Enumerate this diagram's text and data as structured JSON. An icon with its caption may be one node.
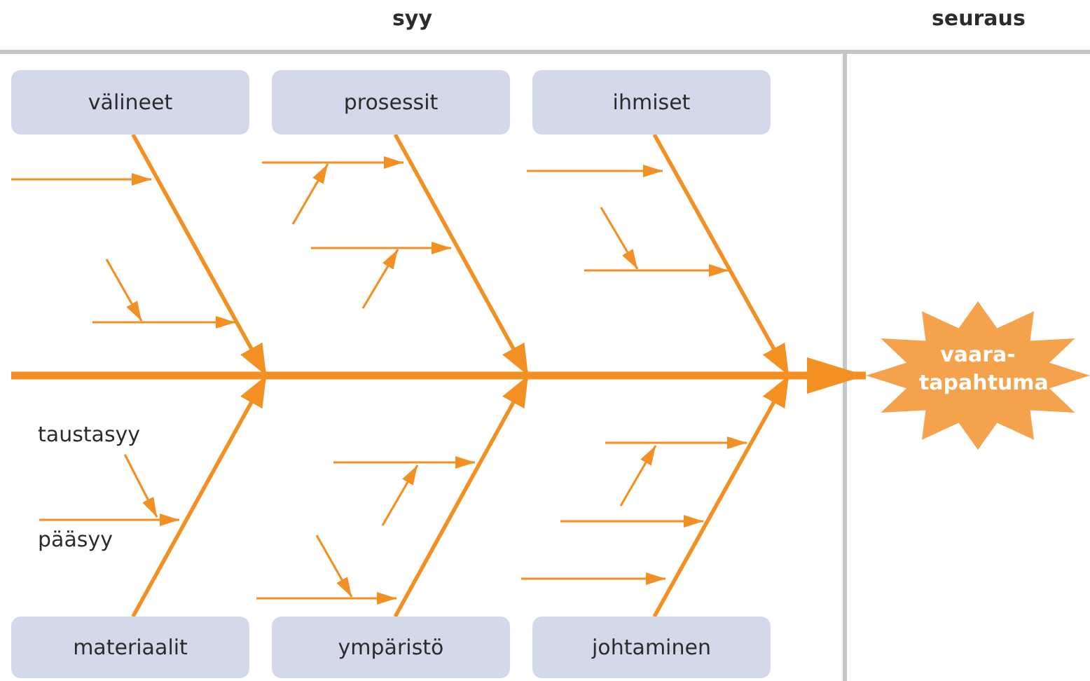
{
  "diagram": {
    "nodes": [
      {
        "text": [
          "välineet"
        ]
      },
      {
        "text": [
          "prosessit"
        ]
      },
      {
        "text": [
          "ihmiset"
        ]
      },
      {
        "text": [
          "materiaalit"
        ]
      },
      {
        "text": [
          "ympäristö"
        ]
      },
      {
        "text": [
          "johtaminen"
        ]
      },
      {
        "text": [
          "vaara-tapahtuma"
        ]
      },
      {
        "text": [
          "taustasyy"
        ]
      }
    ],
    "edges": [
      {
        "from": null,
        "to": 6,
        "arrow": "to",
        "style": "thick"
      },
      {
        "from": 0,
        "to": null,
        "arrow": "to"
      },
      {
        "from": 1,
        "to": null,
        "arrow": "to"
      },
      {
        "from": 2,
        "to": null,
        "arrow": "to"
      },
      {
        "from": 3,
        "to": null,
        "arrow": "to"
      },
      {
        "from": 4,
        "to": null,
        "arrow": "to"
      },
      {
        "from": 5,
        "to": null,
        "arrow": "to"
      },
      {
        "from": 7,
        "to": null,
        "arrow": "to"
      }
    ],
    "labels": [
      "syy",
      "seuraus",
      "pääsyy"
    ]
  }
}
